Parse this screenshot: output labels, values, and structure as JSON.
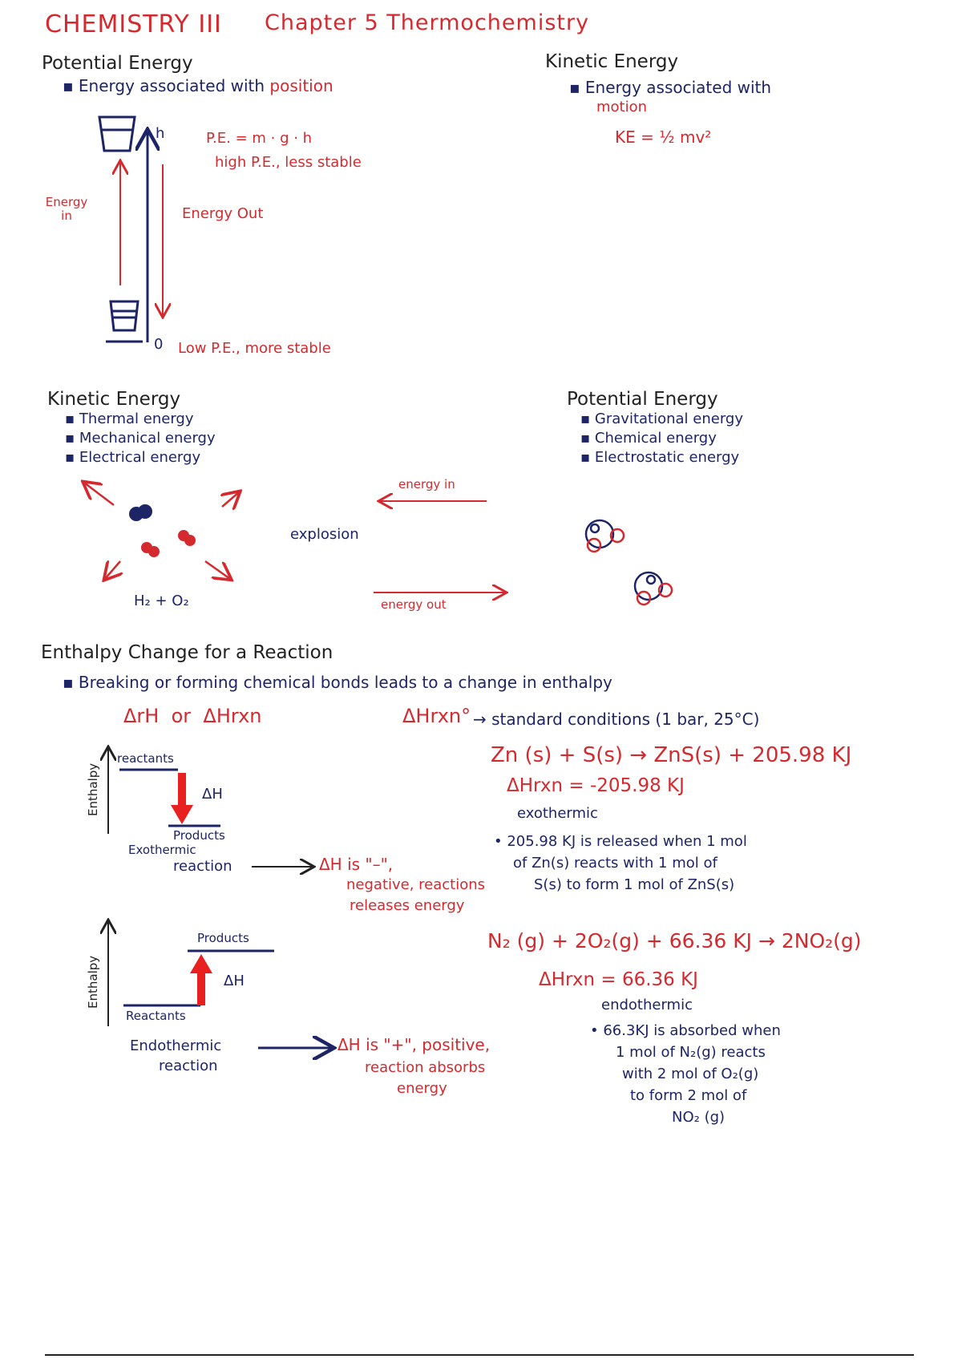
{
  "title": {
    "course": "CHEMISTRY III",
    "chapter": "Chapter 5 Thermochemistry"
  },
  "pe_section": {
    "heading": "Potential Energy",
    "bullet_prefix": "▪ Energy associated with",
    "bullet_highlight": "position",
    "axis_top": "h",
    "axis_bottom": "0",
    "formula": "P.E. = m · g · h",
    "high": "high P.E., less stable",
    "low": "Low P.E., more stable",
    "energy_in": "Energy in",
    "energy_out": "Energy Out"
  },
  "ke_section": {
    "heading": "Kinetic Energy",
    "bullet": "▪ Energy associated with",
    "bullet_highlight": "motion",
    "formula": "KE = ½ mv²"
  },
  "types": {
    "kinetic_heading": "Kinetic Energy",
    "kinetic_items": [
      "▪ Thermal energy",
      "▪ Mechanical energy",
      "▪ Electrical energy"
    ],
    "potential_heading": "Potential Energy",
    "potential_items": [
      "▪ Gravitational energy",
      "▪ Chemical energy",
      "▪ Electrostatic energy"
    ],
    "reactants_label": "H₂ + O₂",
    "explosion": "explosion",
    "energy_in": "energy in",
    "energy_out": "energy out"
  },
  "enthalpy": {
    "heading": "Enthalpy Change for a Reaction",
    "bullet": "▪ Breaking or forming chemical bonds leads to a change in enthalpy",
    "notation": "ΔrH  or  ΔHrxn",
    "standard_symbol": "ΔHrxn°",
    "standard_text": "→ standard conditions (1 bar, 25°C)",
    "exo": {
      "axis_label": "Enthalpy",
      "reactants": "reactants",
      "products": "Products",
      "dh": "ΔH",
      "reaction_label": [
        "Exothermic",
        "reaction"
      ],
      "sign": "ΔH is \"–\",",
      "sign_desc": [
        "negative, reactions",
        "releases energy"
      ],
      "equation": "Zn (s) + S(s) → ZnS(s) + 205.98 KJ",
      "dh_value": "ΔHrxn = -205.98 KJ",
      "type": "exothermic",
      "explanation": [
        "• 205.98 KJ is released when 1 mol",
        "of Zn(s) reacts with 1 mol of",
        "S(s) to form 1 mol of ZnS(s)"
      ]
    },
    "endo": {
      "axis_label": "Enthalpy",
      "reactants": "Reactants",
      "products": "Products",
      "dh": "ΔH",
      "reaction_label": [
        "Endothermic",
        "reaction"
      ],
      "sign": "ΔH is \"+\", positive,",
      "sign_desc": [
        "reaction absorbs",
        "energy"
      ],
      "equation": "N₂ (g) + 2O₂(g) + 66.36 KJ → 2NO₂(g)",
      "dh_value": "ΔHrxn = 66.36 KJ",
      "type": "endothermic",
      "explanation": [
        "• 66.3KJ is absorbed when",
        "1 mol of N₂(g) reacts",
        "with 2 mol of O₂(g)",
        "to form 2 mol of",
        "NO₂ (g)"
      ]
    }
  },
  "colors": {
    "red": "#d42a2f",
    "navy": "#1d2566"
  }
}
